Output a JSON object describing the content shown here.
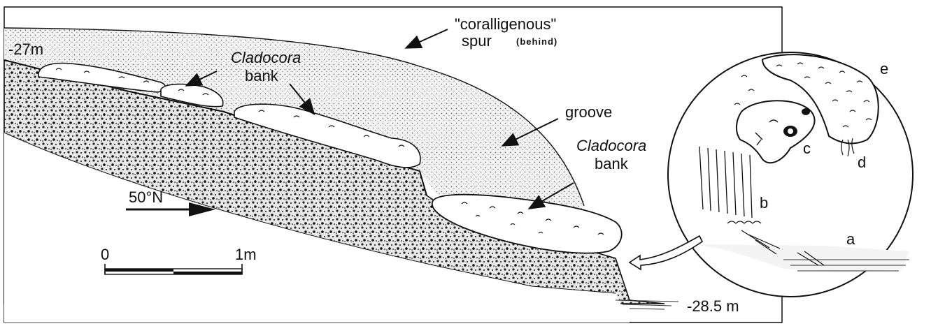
{
  "labels": {
    "depth_top": "-27m",
    "depth_bottom": "-28.5 m",
    "coralligenous_line1": "\"coralligenous\"",
    "coralligenous_line2": "spur",
    "coralligenous_note": "(behind)",
    "groove": "groove",
    "cladocora_left": "Cladocora",
    "bank_left": "bank",
    "cladocora_right": "Cladocora",
    "bank_right": "bank",
    "compass": "50°N",
    "scale_zero": "0",
    "scale_one": "1m"
  },
  "inset_letters": {
    "a": "a",
    "b": "b",
    "c": "c",
    "d": "d",
    "e": "e"
  },
  "colors": {
    "ink": "#111111",
    "sand_stipple": "#9a9a9a",
    "paper": "#ffffff"
  }
}
